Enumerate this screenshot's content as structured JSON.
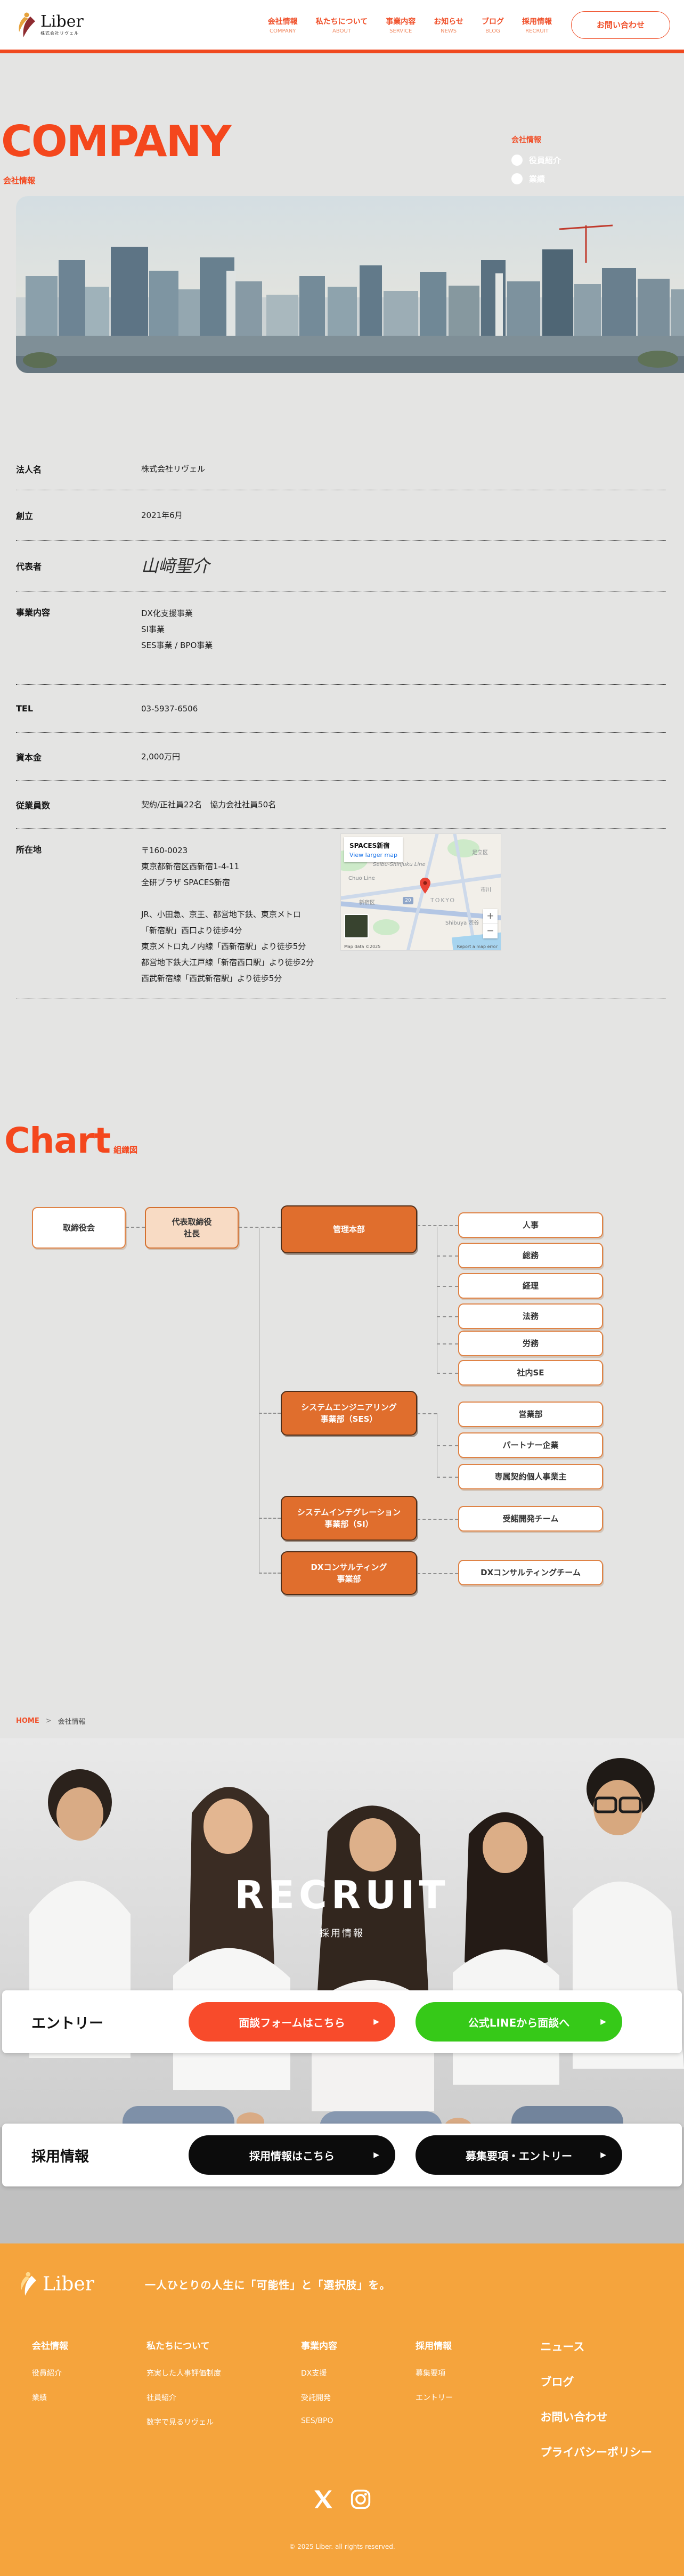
{
  "colors": {
    "accent": "#f0491f",
    "title_orange": "#f4471d",
    "footer_orange": "#f5a43d",
    "org_orange": "#e06e2d",
    "btn_red": "#f84b2b",
    "btn_green": "#36c918",
    "btn_black": "#0c0c0c",
    "map_link_blue": "#1a73e8"
  },
  "header": {
    "logo": {
      "name": "Liber",
      "company": "株式会社リヴェル"
    },
    "nav": [
      {
        "jp": "会社情報",
        "en": "COMPANY"
      },
      {
        "jp": "私たちについて",
        "en": "ABOUT"
      },
      {
        "jp": "事業内容",
        "en": "SERVICE"
      },
      {
        "jp": "お知らせ",
        "en": "NEWS"
      },
      {
        "jp": "ブログ",
        "en": "BLOG"
      },
      {
        "jp": "採用情報",
        "en": "RECRUIT"
      }
    ],
    "contact_label": "お問い合わせ"
  },
  "hero": {
    "title": "COMPANY",
    "subtitle": "会社情報"
  },
  "side_nav": {
    "title": "会社情報",
    "items": [
      "役員紹介",
      "業績"
    ]
  },
  "company_table": {
    "rows": [
      {
        "label": "法人名",
        "lines": [
          "株式会社リヴェル"
        ]
      },
      {
        "label": "創立",
        "lines": [
          "2021年6月"
        ]
      },
      {
        "label": "代表者",
        "lines": [
          "山﨑聖介"
        ],
        "signature": true
      },
      {
        "label": "事業内容",
        "lines": [
          "DX化支援事業",
          "SI事業",
          "SES事業 / BPO事業"
        ]
      },
      {
        "label": "TEL",
        "lines": [
          "03-5937-6506"
        ]
      },
      {
        "label": "資本金",
        "lines": [
          "2,000万円"
        ]
      },
      {
        "label": "従業員数",
        "lines": [
          "契約/正社員22名　協力会社社員50名"
        ]
      },
      {
        "label": "所在地",
        "lines": [
          "〒160-0023",
          "東京都新宿区西新宿1-4-11",
          "全研プラザ SPACES新宿",
          "",
          "JR、小田急、京王、都営地下鉄、東京メトロ",
          "「新宿駅」西口より徒歩4分",
          "東京メトロ丸ノ内線「西新宿駅」より徒歩5分",
          "都営地下鉄大江戸線「新宿西口駅」より徒歩2分",
          "西武新宿線「西武新宿駅」より徒歩5分"
        ]
      }
    ]
  },
  "map": {
    "place": "SPACES新宿",
    "view_link": "View larger map",
    "labels": [
      "Seibu-Shinjuku Line",
      "Chuo Line",
      "TOKYO",
      "新宿区",
      "Shibuya 渋谷",
      "足立区",
      "市川"
    ],
    "route_number": "20",
    "zoom_in": "+",
    "zoom_out": "−",
    "attribution": "Map data ©2025",
    "report": "Report a map error"
  },
  "chart_section": {
    "title": "Chart",
    "subtitle": "組織図"
  },
  "org_chart": {
    "root": "取締役会",
    "level2_lines": [
      "代表取締役",
      "社長"
    ],
    "departments": [
      {
        "name_lines": [
          "管理本部"
        ],
        "children": [
          "人事",
          "総務",
          "経理",
          "法務",
          "労務",
          "社内SE"
        ]
      },
      {
        "name_lines": [
          "システムエンジニアリング",
          "事業部（SES）"
        ],
        "children": [
          "営業部",
          "パートナー企業",
          "専属契約個人事業主"
        ]
      },
      {
        "name_lines": [
          "システムインテグレーション",
          "事業部（SI）"
        ],
        "children": [
          "受諾開発チーム"
        ]
      },
      {
        "name_lines": [
          "DXコンサルティング",
          "事業部"
        ],
        "children": [
          "DXコンサルティングチーム"
        ]
      }
    ]
  },
  "breadcrumb": {
    "home": "HOME",
    "separator": ">",
    "current": "会社情報"
  },
  "recruit": {
    "title": "RECRUIT",
    "subtitle": "採用情報",
    "cards": [
      {
        "label": "エントリー",
        "buttons": [
          {
            "text": "面談フォームはこちら",
            "color": "#f84b2b",
            "arrow": "▶"
          },
          {
            "text": "公式LINEから面談へ",
            "color": "#36c918",
            "arrow": "▶"
          }
        ]
      },
      {
        "label": "採用情報",
        "buttons": [
          {
            "text": "採用情報はこちら",
            "color": "#0c0c0c",
            "arrow": "▶"
          },
          {
            "text": "募集要項・エントリー",
            "color": "#0c0c0c",
            "arrow": "▶"
          }
        ]
      }
    ]
  },
  "footer": {
    "logo": "Liber",
    "tagline": "一人ひとりの人生に「可能性」と「選択肢」を。",
    "columns": [
      {
        "title": "会社情報",
        "links": [
          "役員紹介",
          "業績"
        ]
      },
      {
        "title": "私たちについて",
        "links": [
          "充実した人事評価制度",
          "社員紹介",
          "数字で見るリヴェル"
        ]
      },
      {
        "title": "事業内容",
        "links": [
          "DX支援",
          "受託開発",
          "SES/BPO"
        ]
      },
      {
        "title": "採用情報",
        "links": [
          "募集要項",
          "エントリー"
        ]
      }
    ],
    "big_links": [
      "ニュース",
      "ブログ",
      "お問い合わせ",
      "プライバシーポリシー"
    ],
    "social": [
      "x",
      "instagram"
    ],
    "copyright": "© 2025 Liber. all rights reserved."
  }
}
